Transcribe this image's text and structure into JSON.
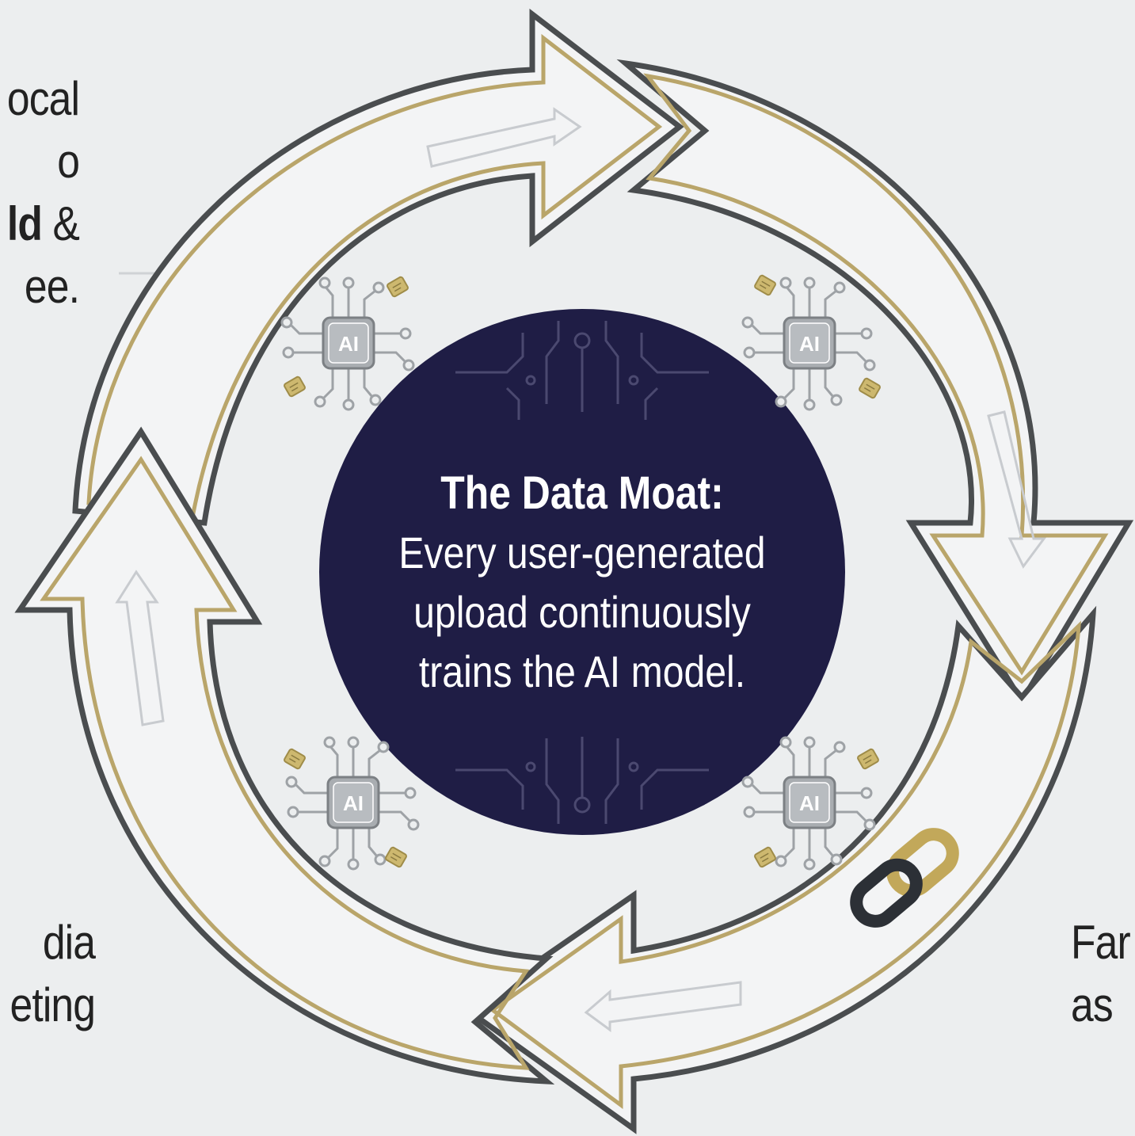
{
  "side_texts": {
    "top_left": [
      "ocal",
      "o",
      "ld &",
      "ee."
    ],
    "top_left_bold_line": "ld",
    "top_left_bold_rest": " &",
    "bottom_left": [
      "dia",
      "eting"
    ],
    "bottom_right": [
      "Far",
      "as"
    ]
  },
  "center": {
    "title": "The Data Moat:",
    "body": "Every user-generated\nupload continuously\ntrains the AI model."
  },
  "chips": {
    "label": "AI"
  },
  "colors": {
    "background": "#eceeef",
    "center_circle": "#1f1d45",
    "gold": "#b9a56a",
    "dark_outline": "#4a4d4f",
    "circuit": "#c3c6c9"
  },
  "icons": {
    "cycle": "circular-arrows-icon",
    "chip": "ai-chip-icon",
    "link": "chain-link-icon"
  }
}
